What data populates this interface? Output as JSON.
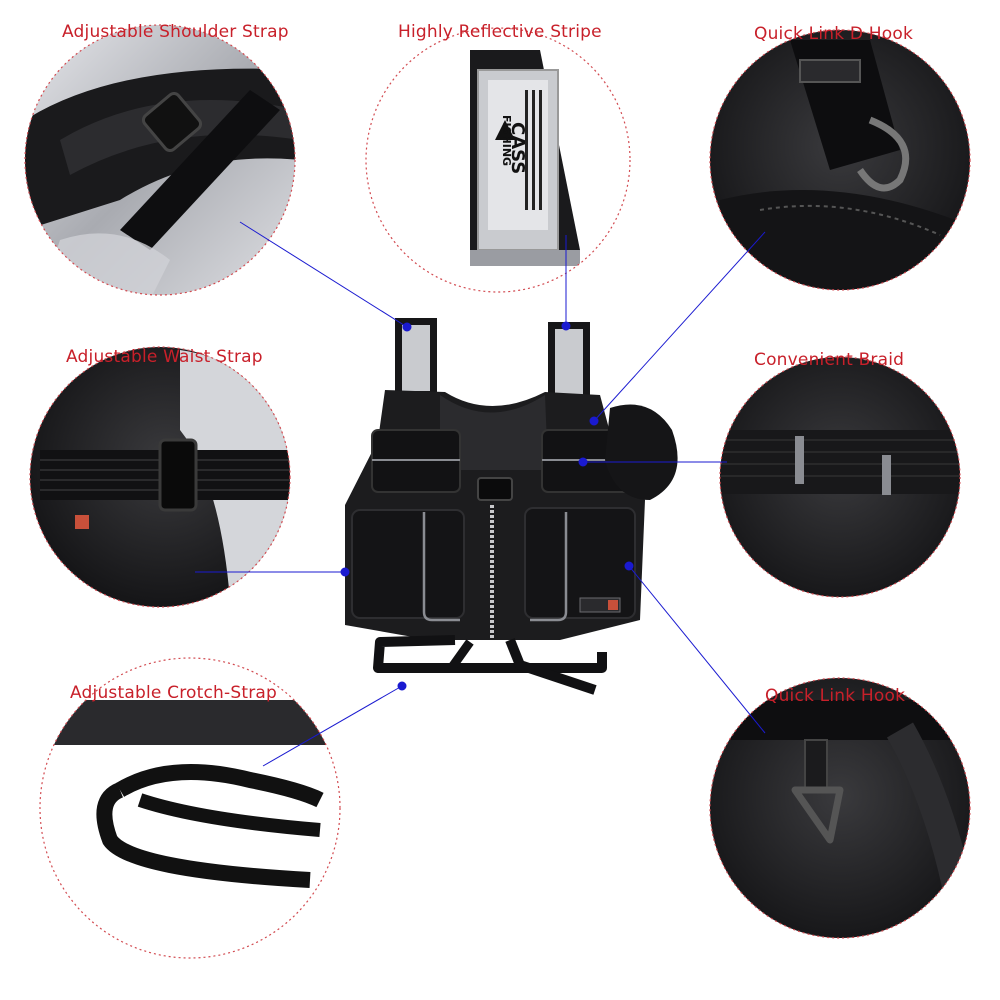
{
  "colors": {
    "label_text": "#c8202a",
    "circle_border": "#d24a50",
    "pointer_line": "#1a1ad0",
    "vest_fabric": "#1c1c1e",
    "reflective": "#c9cbcf"
  },
  "labels": {
    "shoulder_strap": "Adjustable Shoulder Strap",
    "reflective_stripe": "Highly Reflective Stripe",
    "d_hook": "Quick Link D Hook",
    "waist_strap": "Adjustable Waist Strap",
    "braid": "Convenient Braid",
    "crotch_strap": "Adjustable Crotch-Strap",
    "link_hook": "Quick Link Hook"
  },
  "brand": {
    "strap_text": "FISHING",
    "strap_logo": "CASS"
  }
}
